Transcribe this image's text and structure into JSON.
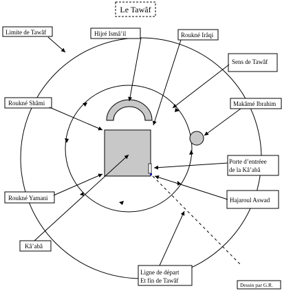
{
  "title": "Le Tawâf",
  "labels": {
    "limite": "Limite de Tawâf",
    "hijre": "Hijré Ismâ’il",
    "roukne_iraqi": "Roukné Irâqi",
    "sens": "Sens de Tawâf",
    "roukne_shami": "Roukné Shâmi",
    "makame": "Makâmé Ibrahim",
    "porte_line1": "Porte d’entréee",
    "porte_line2": "de la Kâ’abâ",
    "roukne_yamani": "Roukné Yamani",
    "hajaroul": "Hajaroul Aswad",
    "kaaba": "Kâ’abâ",
    "ligne_line1": "Ligne de départ",
    "ligne_line2": "Et fin de Tawâf",
    "credit": "Dessin par G.R."
  },
  "colors": {
    "kaaba_fill": "#c8c8c8",
    "arch_fill": "#c8c8c8",
    "maqam_fill": "#c8c8c8",
    "stroke": "#000000",
    "black_stone": "#1a1aa0"
  }
}
